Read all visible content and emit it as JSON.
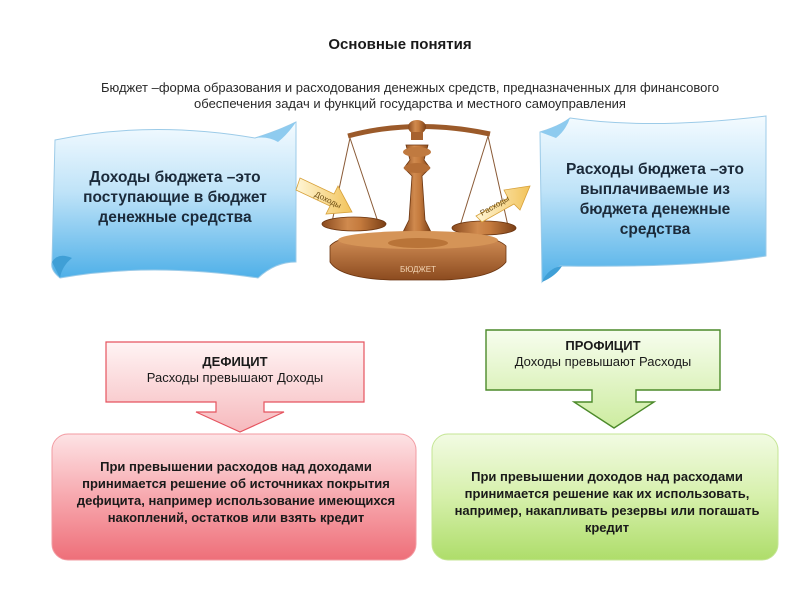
{
  "slide": {
    "title": "Основные понятия",
    "definition": "Бюджет –форма образования и расходования денежных средств, предназначенных для финансового обеспечения задач и функций государства и местного самоуправления"
  },
  "income": {
    "text": "Доходы бюджета –это поступающие в бюджет денежные средства",
    "arrow_label": "Доходы"
  },
  "expense": {
    "text": "Расходы бюджета –это выплачиваемые из бюджета денежные средства",
    "arrow_label": "Расходы"
  },
  "scales": {
    "base_label": "БЮДЖЕТ"
  },
  "deficit": {
    "title": "ДЕФИЦИТ",
    "subtitle": "Расходы превышают Доходы",
    "description": "При превышении расходов над доходами принимается решение об источниках покрытия дефицита, например использование имеющихся накоплений, остатков или взять кредит"
  },
  "surplus": {
    "title": "ПРОФИЦИТ",
    "subtitle": "Доходы превышают Расходы",
    "description": "При превышении доходов над расходами принимается решение как их использовать, например, накапливать резервы или погашать кредит"
  },
  "colors": {
    "scroll_blue": "#5fb7ea",
    "deficit_red": "#f07f87",
    "surplus_green": "#bfe585",
    "wood": "#b86d33"
  }
}
